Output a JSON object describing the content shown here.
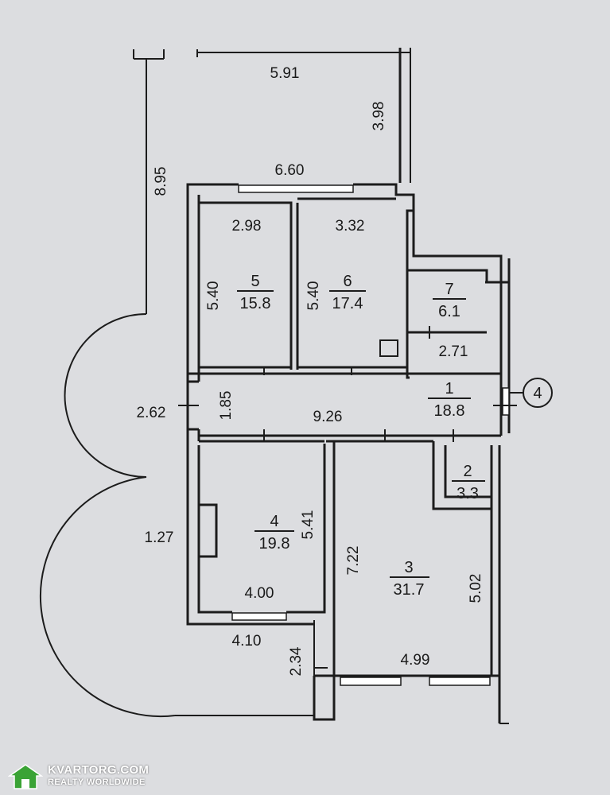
{
  "plan": {
    "dimensions": {
      "top_width": "5.91",
      "right_depth": "3.98",
      "left_height": "8.95",
      "upper_width": "6.60",
      "room5_width": "2.98",
      "room6_width": "3.32",
      "room5_height": "5.40",
      "room6_height": "5.40",
      "room1_width": "2.71",
      "corridor_outer": "2.62",
      "corridor_height": "1.85",
      "corridor_length": "9.26",
      "room4_height": "5.41",
      "room3_height": "7.22",
      "bay_gap": "1.27",
      "room3_right": "5.02",
      "room4_width": "4.00",
      "room4_outer": "4.10",
      "balcony_depth": "2.34",
      "room3_width": "4.99"
    },
    "rooms": [
      {
        "number": "5",
        "area": "15.8"
      },
      {
        "number": "6",
        "area": "17.4"
      },
      {
        "number": "7",
        "area": "6.1"
      },
      {
        "number": "1",
        "area": "18.8"
      },
      {
        "number": "2",
        "area": "3.3"
      },
      {
        "number": "4",
        "area": "19.8"
      },
      {
        "number": "3",
        "area": "31.7"
      }
    ],
    "axis_marker": "4"
  },
  "watermark": {
    "name": "KVARTORG.COM",
    "tagline": "REALTY WORLDWIDE"
  },
  "colors": {
    "paper": "#dcdde0",
    "ink": "#1c1c1c",
    "logo_green": "#3aa335"
  }
}
